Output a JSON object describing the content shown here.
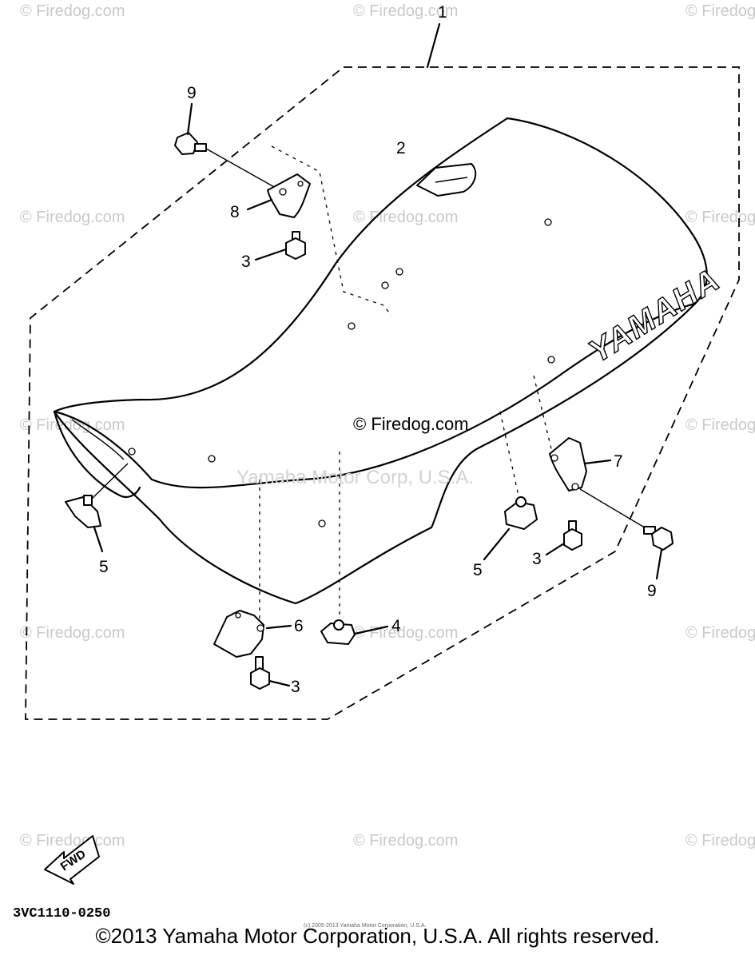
{
  "watermark": {
    "text": "© Firedog.com",
    "center_text": "© Firedog.com",
    "yamaha_text": "Yamaha Motor Corp, U.S.A."
  },
  "seat_logo": "YAMAHA",
  "callouts": {
    "seat_assembly": "1",
    "part_2": "2",
    "part_3a": "3",
    "part_3b": "3",
    "part_3c": "3",
    "part_4": "4",
    "part_5a": "5",
    "part_5b": "5",
    "part_6": "6",
    "part_7": "7",
    "part_8": "8",
    "part_9a": "9",
    "part_9b": "9"
  },
  "fwd_label": "FWD",
  "part_code": "3VC1110-0250",
  "small_copyright": "(c) 2005-2013 Yamaha Motor Corporation, U.S.A.",
  "footer_copyright": "©2013 Yamaha Motor Corporation, U.S.A. All rights reserved."
}
